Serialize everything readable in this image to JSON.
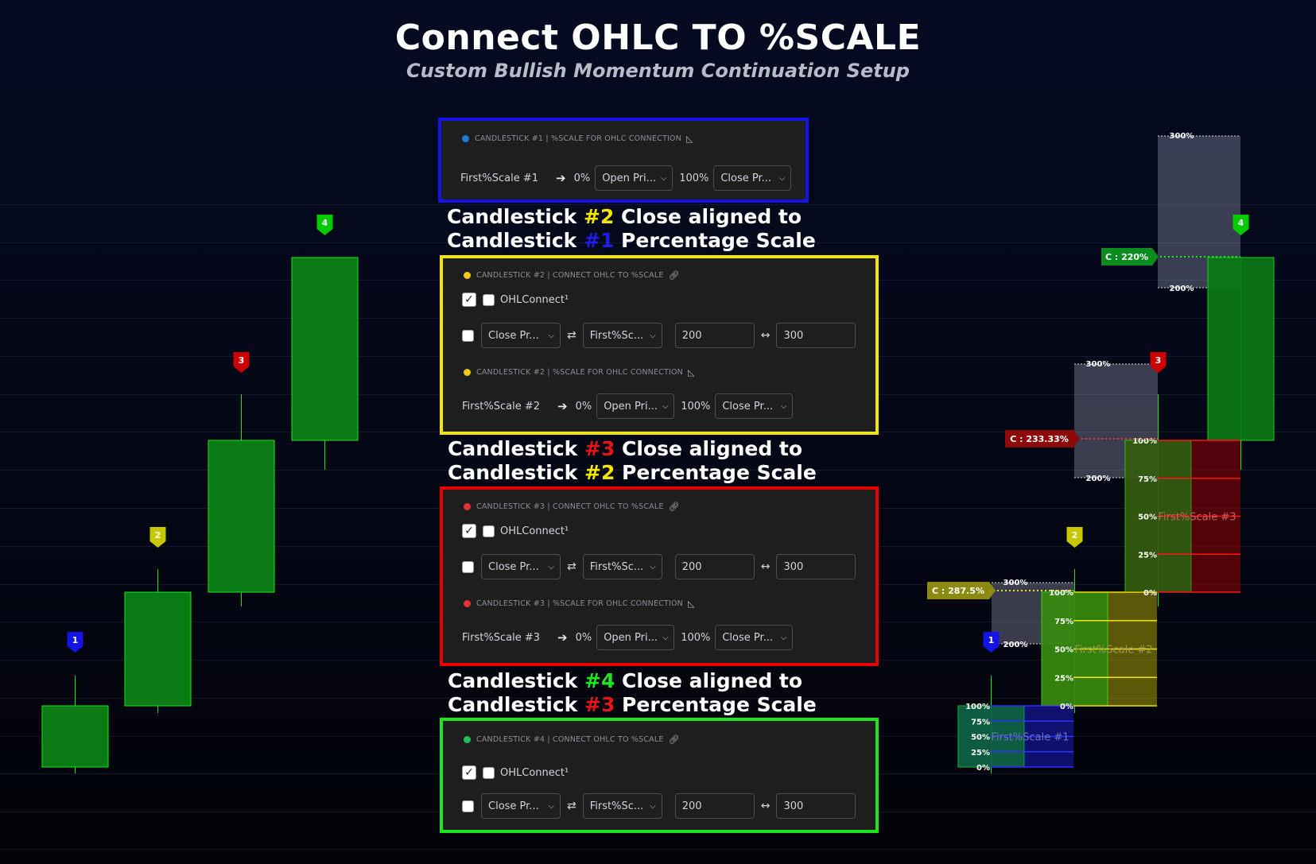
{
  "header": {
    "title": "Connect OHLC TO %SCALE",
    "subtitle": "Custom Bullish Momentum Continuation Setup"
  },
  "colors": {
    "blue": "#1414e6",
    "yellow": "#f2e600",
    "red": "#e60000",
    "green": "#1ee61e",
    "candle": "#0a7a14",
    "candle_border": "#18e618"
  },
  "candle_markers": [
    "1",
    "2",
    "3",
    "4"
  ],
  "panel1": {
    "section": "CANDLESTICK #1 | %SCALE FOR OHLC CONNECTION",
    "section_icon": "ruler-icon",
    "label": "First%Scale #1",
    "arrow": "➔",
    "pct0": "0%",
    "sel_open": "Open Pri...",
    "pct100": "100%",
    "sel_close": "Close Pr..."
  },
  "caption2": {
    "l1a": "Candlestick ",
    "l1n": "#2",
    "l1b": " Close aligned to",
    "l2a": "Candlestick ",
    "l2n": "#1",
    "l2b": " Percentage Scale"
  },
  "panel2": {
    "section_a": "CANDLESTICK #2 | CONNECT OHLC TO %SCALE",
    "ohl_label": "OHLConnect¹",
    "sel_a": "Close Pr...",
    "swap": "⇄",
    "sel_b": "First%Sc...",
    "val1": "200",
    "bidir": "↔",
    "val2": "300",
    "section_b": "CANDLESTICK #2 | %SCALE FOR OHLC CONNECTION",
    "label": "First%Scale #2",
    "arrow": "➔",
    "pct0": "0%",
    "sel_open": "Open Pri...",
    "pct100": "100%",
    "sel_close": "Close Pr..."
  },
  "caption3": {
    "l1a": "Candlestick ",
    "l1n": "#3",
    "l1b": " Close aligned to",
    "l2a": "Candlestick ",
    "l2n": "#2",
    "l2b": " Percentage Scale"
  },
  "panel3": {
    "section_a": "CANDLESTICK #3 | CONNECT OHLC TO %SCALE",
    "ohl_label": "OHLConnect¹",
    "sel_a": "Close Pr...",
    "swap": "⇄",
    "sel_b": "First%Sc...",
    "val1": "200",
    "bidir": "↔",
    "val2": "300",
    "section_b": "CANDLESTICK #3 | %SCALE FOR OHLC CONNECTION",
    "label": "First%Scale #3",
    "arrow": "➔",
    "pct0": "0%",
    "sel_open": "Open Pri...",
    "pct100": "100%",
    "sel_close": "Close Pr..."
  },
  "caption4": {
    "l1a": "Candlestick ",
    "l1n": "#4",
    "l1b": " Close aligned to",
    "l2a": "Candlestick ",
    "l2n": "#3",
    "l2b": " Percentage Scale"
  },
  "panel4": {
    "section_a": "CANDLESTICK #4 | CONNECT OHLC TO %SCALE",
    "ohl_label": "OHLConnect¹",
    "sel_a": "Close Pr...",
    "swap": "⇄",
    "sel_b": "First%Sc...",
    "val1": "200",
    "bidir": "↔",
    "val2": "300"
  },
  "right_chart": {
    "scale_labels": [
      "100%",
      "75%",
      "50%",
      "25%",
      "0%"
    ],
    "ext_top": "300%",
    "ext_bottom": "200%",
    "scale1_name": "First%Scale #1",
    "scale2_name": "First%Scale #2",
    "scale3_name": "First%Scale #3",
    "close_tag_2": "C : 287.5%",
    "close_tag_3": "C : 233.33%",
    "close_tag_4": "C : 220%"
  }
}
